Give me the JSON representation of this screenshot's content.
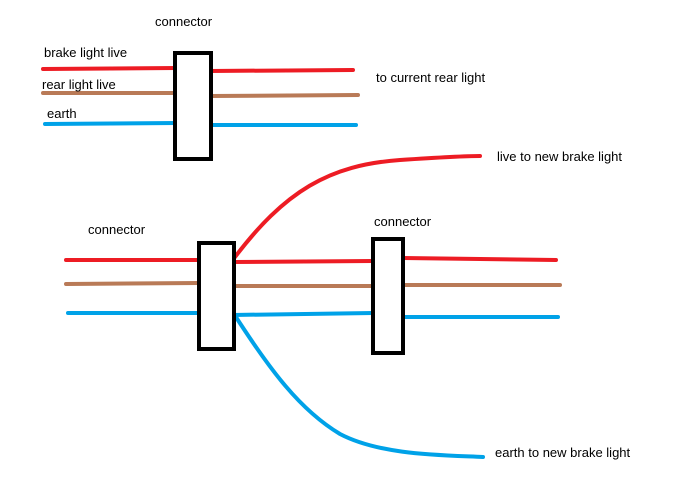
{
  "colors": {
    "live": "#ed1c24",
    "rear": "#b97a57",
    "earth": "#00a2e8",
    "connector_stroke": "#000000"
  },
  "labels": {
    "connector_top": "connector",
    "connector_left": "connector",
    "connector_right": "connector",
    "brake_light_live": "brake light live",
    "rear_light_live": "rear light live",
    "earth": "earth",
    "to_current_rear_light": "to current rear light",
    "live_to_new_brake_light": "live to new brake light",
    "earth_to_new_brake_light": "earth to new brake light"
  }
}
